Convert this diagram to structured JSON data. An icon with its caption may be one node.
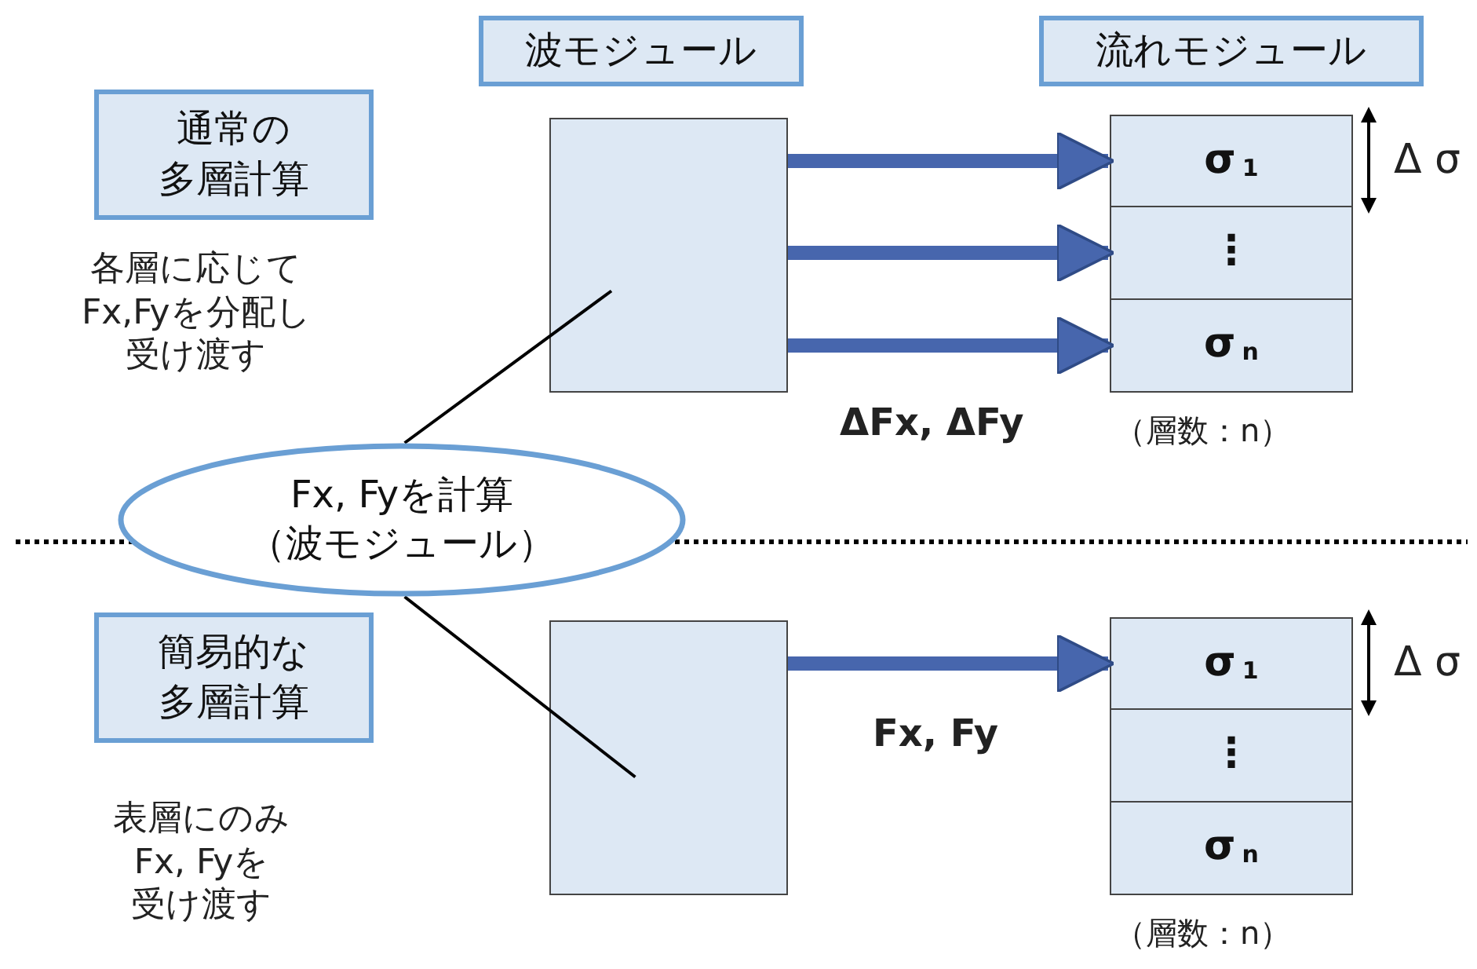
{
  "diagram": {
    "nodes": [
      {
        "text": [
          "波モジュール"
        ]
      },
      {
        "text": [
          "流れモジュール"
        ]
      },
      {
        "text": [
          "通常の多層計算"
        ]
      },
      {
        "text": [],
        "shape": "box"
      },
      {
        "text": [
          "σ$_{1}$"
        ]
      },
      {
        "text": [
          "⋮"
        ]
      },
      {
        "text": [
          "σ$_{n}$"
        ],
        "beside": [
          "（層数：n）"
        ]
      },
      {
        "text": [
          "Fx, Fyを計算（波モジュール）"
        ]
      },
      {
        "text": [
          "簡易的な多層計算"
        ]
      },
      {
        "text": [],
        "shape": "box"
      },
      {
        "text": [
          "σ$_{1}$"
        ]
      },
      {
        "text": [
          "⋮"
        ]
      },
      {
        "text": [
          "σ$_{n}$"
        ],
        "beside": [
          "（層数：n）"
        ]
      }
    ],
    "edges": [
      {
        "from": 3,
        "to": 4,
        "arrow": "to"
      },
      {
        "from": 3,
        "to": 5,
        "arrow": "to"
      },
      {
        "from": 3,
        "to": 6,
        "arrow": "to"
      },
      {
        "from": 9,
        "to": 10,
        "arrow": "to"
      },
      {
        "from": 7,
        "to": 3,
        "arrow": "none",
        "color": "#000000"
      },
      {
        "from": 7,
        "to": 9,
        "arrow": "none",
        "color": "#000000"
      }
    ],
    "labels": [
      "Δ σ",
      "各層に応じてFx,Fyを分配し受け渡す",
      "ΔFx, ΔFy",
      "Δ σ",
      "Fx, Fy",
      "表層にのみFx, Fyを受け渡す"
    ]
  }
}
